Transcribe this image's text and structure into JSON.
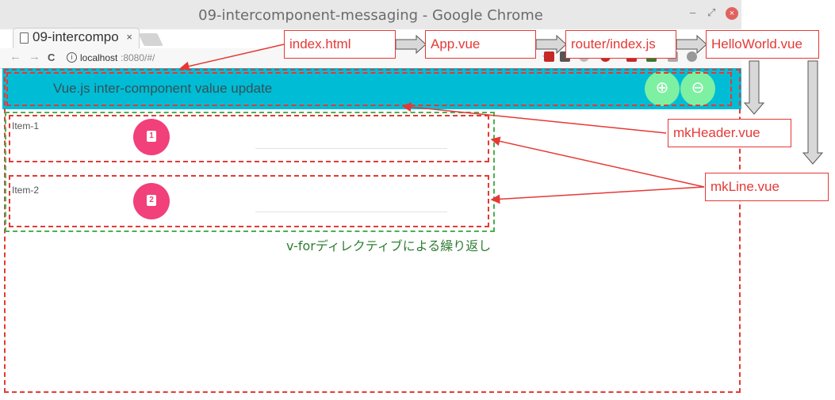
{
  "window": {
    "title": "09-intercomponent-messaging - Google Chrome",
    "minimize": "–",
    "restore": "⤢",
    "close": "×"
  },
  "tab": {
    "title": "09-intercompo",
    "close": "×"
  },
  "toolbar": {
    "back": "←",
    "forward": "→",
    "reload": "C",
    "url_host": "localhost",
    "url_path": ":8080/#/",
    "star": "☆",
    "info": "i"
  },
  "app": {
    "header_title": "Vue.js inter-component value update",
    "plus_icon": "⊕",
    "minus_icon": "⊖",
    "lines": [
      {
        "label": "Item-1",
        "badge": "1"
      },
      {
        "label": "Item-2",
        "badge": "2"
      }
    ]
  },
  "annotations": {
    "index_html": "index.html",
    "app_vue": "App.vue",
    "router_index": "router/index.js",
    "helloworld_vue": "HelloWorld.vue",
    "mkheader_vue": "mkHeader.vue",
    "mkline_vue": "mkLine.vue",
    "vfor_caption": "v-forディレクティブによる繰り返し"
  },
  "colors": {
    "header_bg": "#00bcd4",
    "fab": "#7ef0a2",
    "badge": "#f1407a",
    "annotation_red": "#e53935",
    "annotation_green": "#4caf50"
  }
}
